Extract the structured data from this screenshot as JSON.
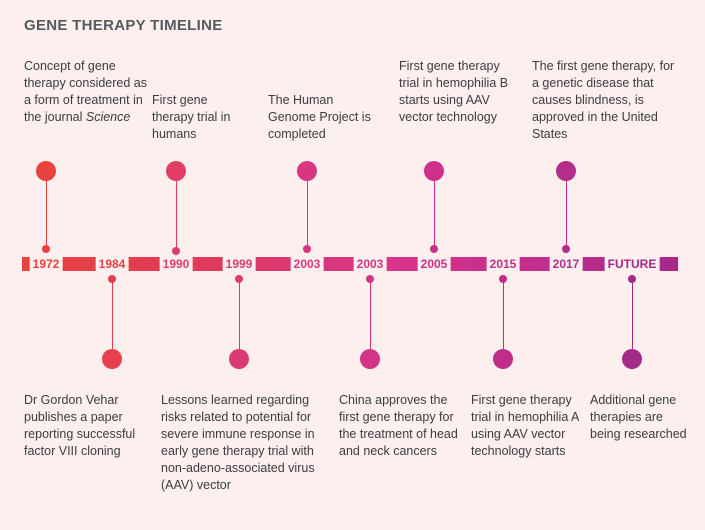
{
  "title": "GENE THERAPY TIMELINE",
  "years": [
    "1972",
    "1984",
    "1990",
    "1999",
    "2003",
    "2003",
    "2005",
    "2015",
    "2017",
    "FUTURE"
  ],
  "colors": [
    "#e8423e",
    "#e4404e",
    "#e03c66",
    "#dc3a72",
    "#d8367e",
    "#d43486",
    "#cc3088",
    "#c02e8a",
    "#b42d88",
    "#a32a85"
  ],
  "events": [
    {
      "year": "1972",
      "text_main": "Concept of gene therapy considered as a form of treatment in the journal ",
      "text_em": "Science"
    },
    {
      "year": "1984",
      "text": "Dr Gordon Vehar publishes a paper reporting successful factor VIII cloning"
    },
    {
      "year": "1990",
      "text": "First gene therapy trial in humans"
    },
    {
      "year": "1999",
      "text": "Lessons learned regarding risks related to potential for severe immune response in early gene therapy trial with non-adeno-associated virus (AAV) vector"
    },
    {
      "year": "2003",
      "text": "The Human Genome Project is completed"
    },
    {
      "year": "2003",
      "text": "China approves the first gene therapy for the treatment of head and neck cancers"
    },
    {
      "year": "2005",
      "text": "First gene therapy trial in hemophilia B starts using AAV vector technology"
    },
    {
      "year": "2015",
      "text": "First gene therapy trial in hemophilia A using AAV vector technology starts"
    },
    {
      "year": "2017",
      "text": "The first gene therapy, for a genetic disease that causes blindness, is approved in the United States"
    },
    {
      "year": "FUTURE",
      "text": "Additional gene therapies are being researched"
    }
  ]
}
